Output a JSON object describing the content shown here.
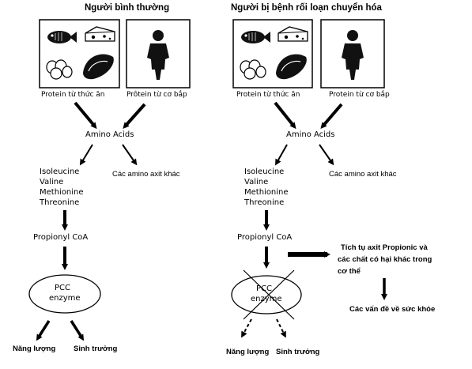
{
  "left": {
    "title": "Người bình thường",
    "food_caption": "Protein từ thức ăn",
    "muscle_caption": "Prôtein từ cơ bắp",
    "amino": "Amino Acids",
    "other_amino": "Các amino axit khác",
    "list": [
      "Isoleucine",
      "Valine",
      "Methionine",
      "Threonine"
    ],
    "propionyl": "Propionyl CoA",
    "pcc": [
      "PCC",
      "enzyme"
    ],
    "energy": "Năng lượng",
    "growth": "Sinh trưởng"
  },
  "right": {
    "title": "Người bị bệnh rối loạn chuyển hóa",
    "food_caption": "Protein từ thức ăn",
    "muscle_caption": "Protein từ cơ bắp",
    "amino": "Amino Acids",
    "other_amino": "Các amino axit khác",
    "list": [
      "Isoleucine",
      "Valine",
      "Methionine",
      "Threonine"
    ],
    "propionyl": "Propionyl CoA",
    "pcc": [
      "PCC",
      "enzyme"
    ],
    "energy": "Năng lượng",
    "growth": "Sinh trưởng",
    "accumulation": [
      "Tích tụ axit Propionic và",
      "các chất có hại khác trong",
      "cơ thể"
    ],
    "health": "Các vấn đề về sức khỏe"
  }
}
